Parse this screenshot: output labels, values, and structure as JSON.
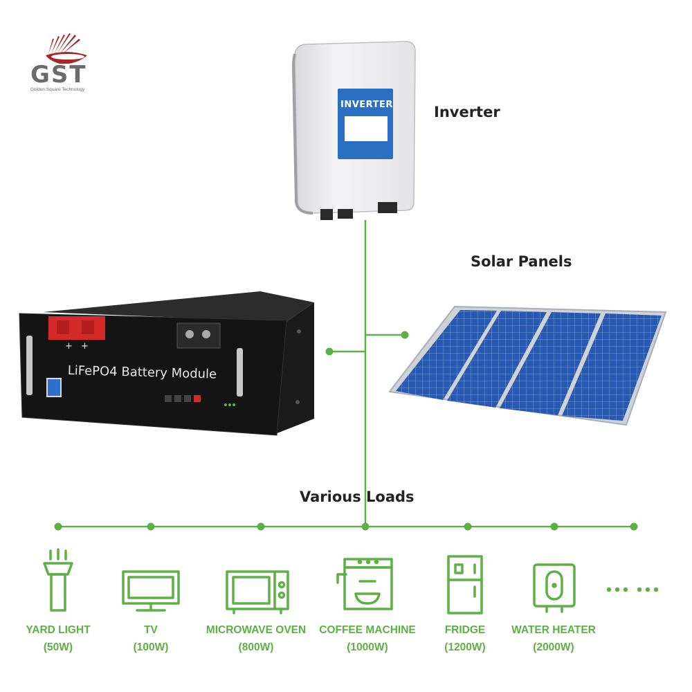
{
  "logo": {
    "name": "GST",
    "tagline": "Golden Square Technology",
    "brand_color": "#a3282a",
    "text_color": "#6b6b6b"
  },
  "labels": {
    "inverter": "Inverter",
    "solar_panels": "Solar Panels",
    "various_loads": "Various Loads"
  },
  "inverter_screen_label": "INVERTER",
  "battery_label": "LiFePO4 Battery Module",
  "terminal_marks": "+ +",
  "line_color": "#5db043",
  "loads": [
    {
      "name": "YARD LIGHT",
      "watt": "(50W)",
      "icon": "yard-light-icon"
    },
    {
      "name": "TV",
      "watt": "(100W)",
      "icon": "tv-icon"
    },
    {
      "name": "MICROWAVE OVEN",
      "watt": "(800W)",
      "icon": "microwave-icon"
    },
    {
      "name": "COFFEE MACHINE",
      "watt": "(1000W)",
      "icon": "coffee-machine-icon"
    },
    {
      "name": "FRIDGE",
      "watt": "(1200W)",
      "icon": "fridge-icon"
    },
    {
      "name": "WATER HEATER",
      "watt": "(2000W)",
      "icon": "water-heater-icon"
    }
  ],
  "more_indicator": "......"
}
